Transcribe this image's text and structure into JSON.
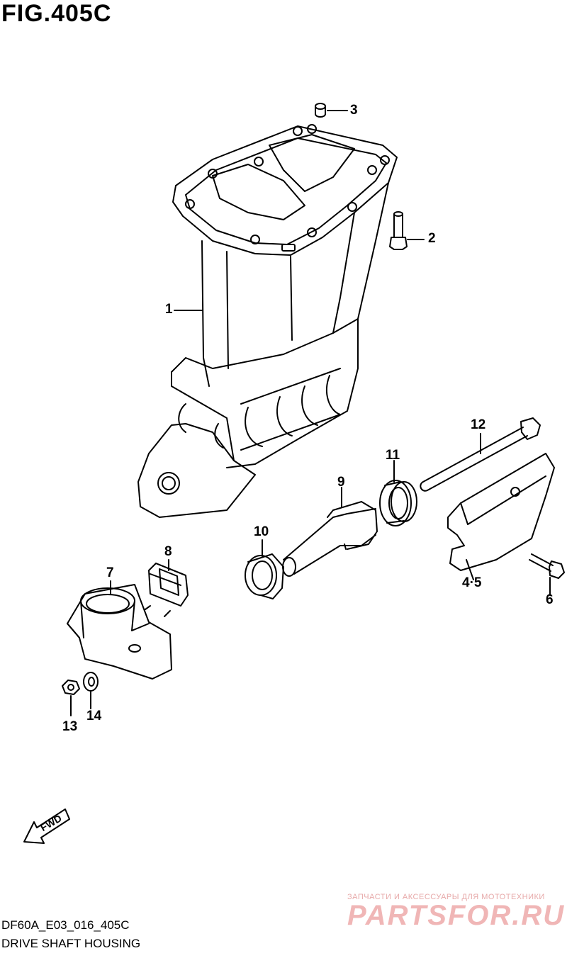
{
  "figure": {
    "title": "FIG.405C",
    "code": "DF60A_E03_016_405C",
    "name": "DRIVE SHAFT HOUSING"
  },
  "callouts": {
    "c1": "1",
    "c2": "2",
    "c3": "3",
    "c45": "4·5",
    "c6": "6",
    "c7": "7",
    "c8": "8",
    "c9": "9",
    "c10": "10",
    "c11": "11",
    "c12": "12",
    "c13": "13",
    "c14": "14"
  },
  "fwd": "FWD",
  "watermark": {
    "tagline": "ЗАПЧАСТИ И АКСЕССУАРЫ ДЛЯ МОТОТЕХНИКИ",
    "brand": "PARTSFOR.RU"
  }
}
